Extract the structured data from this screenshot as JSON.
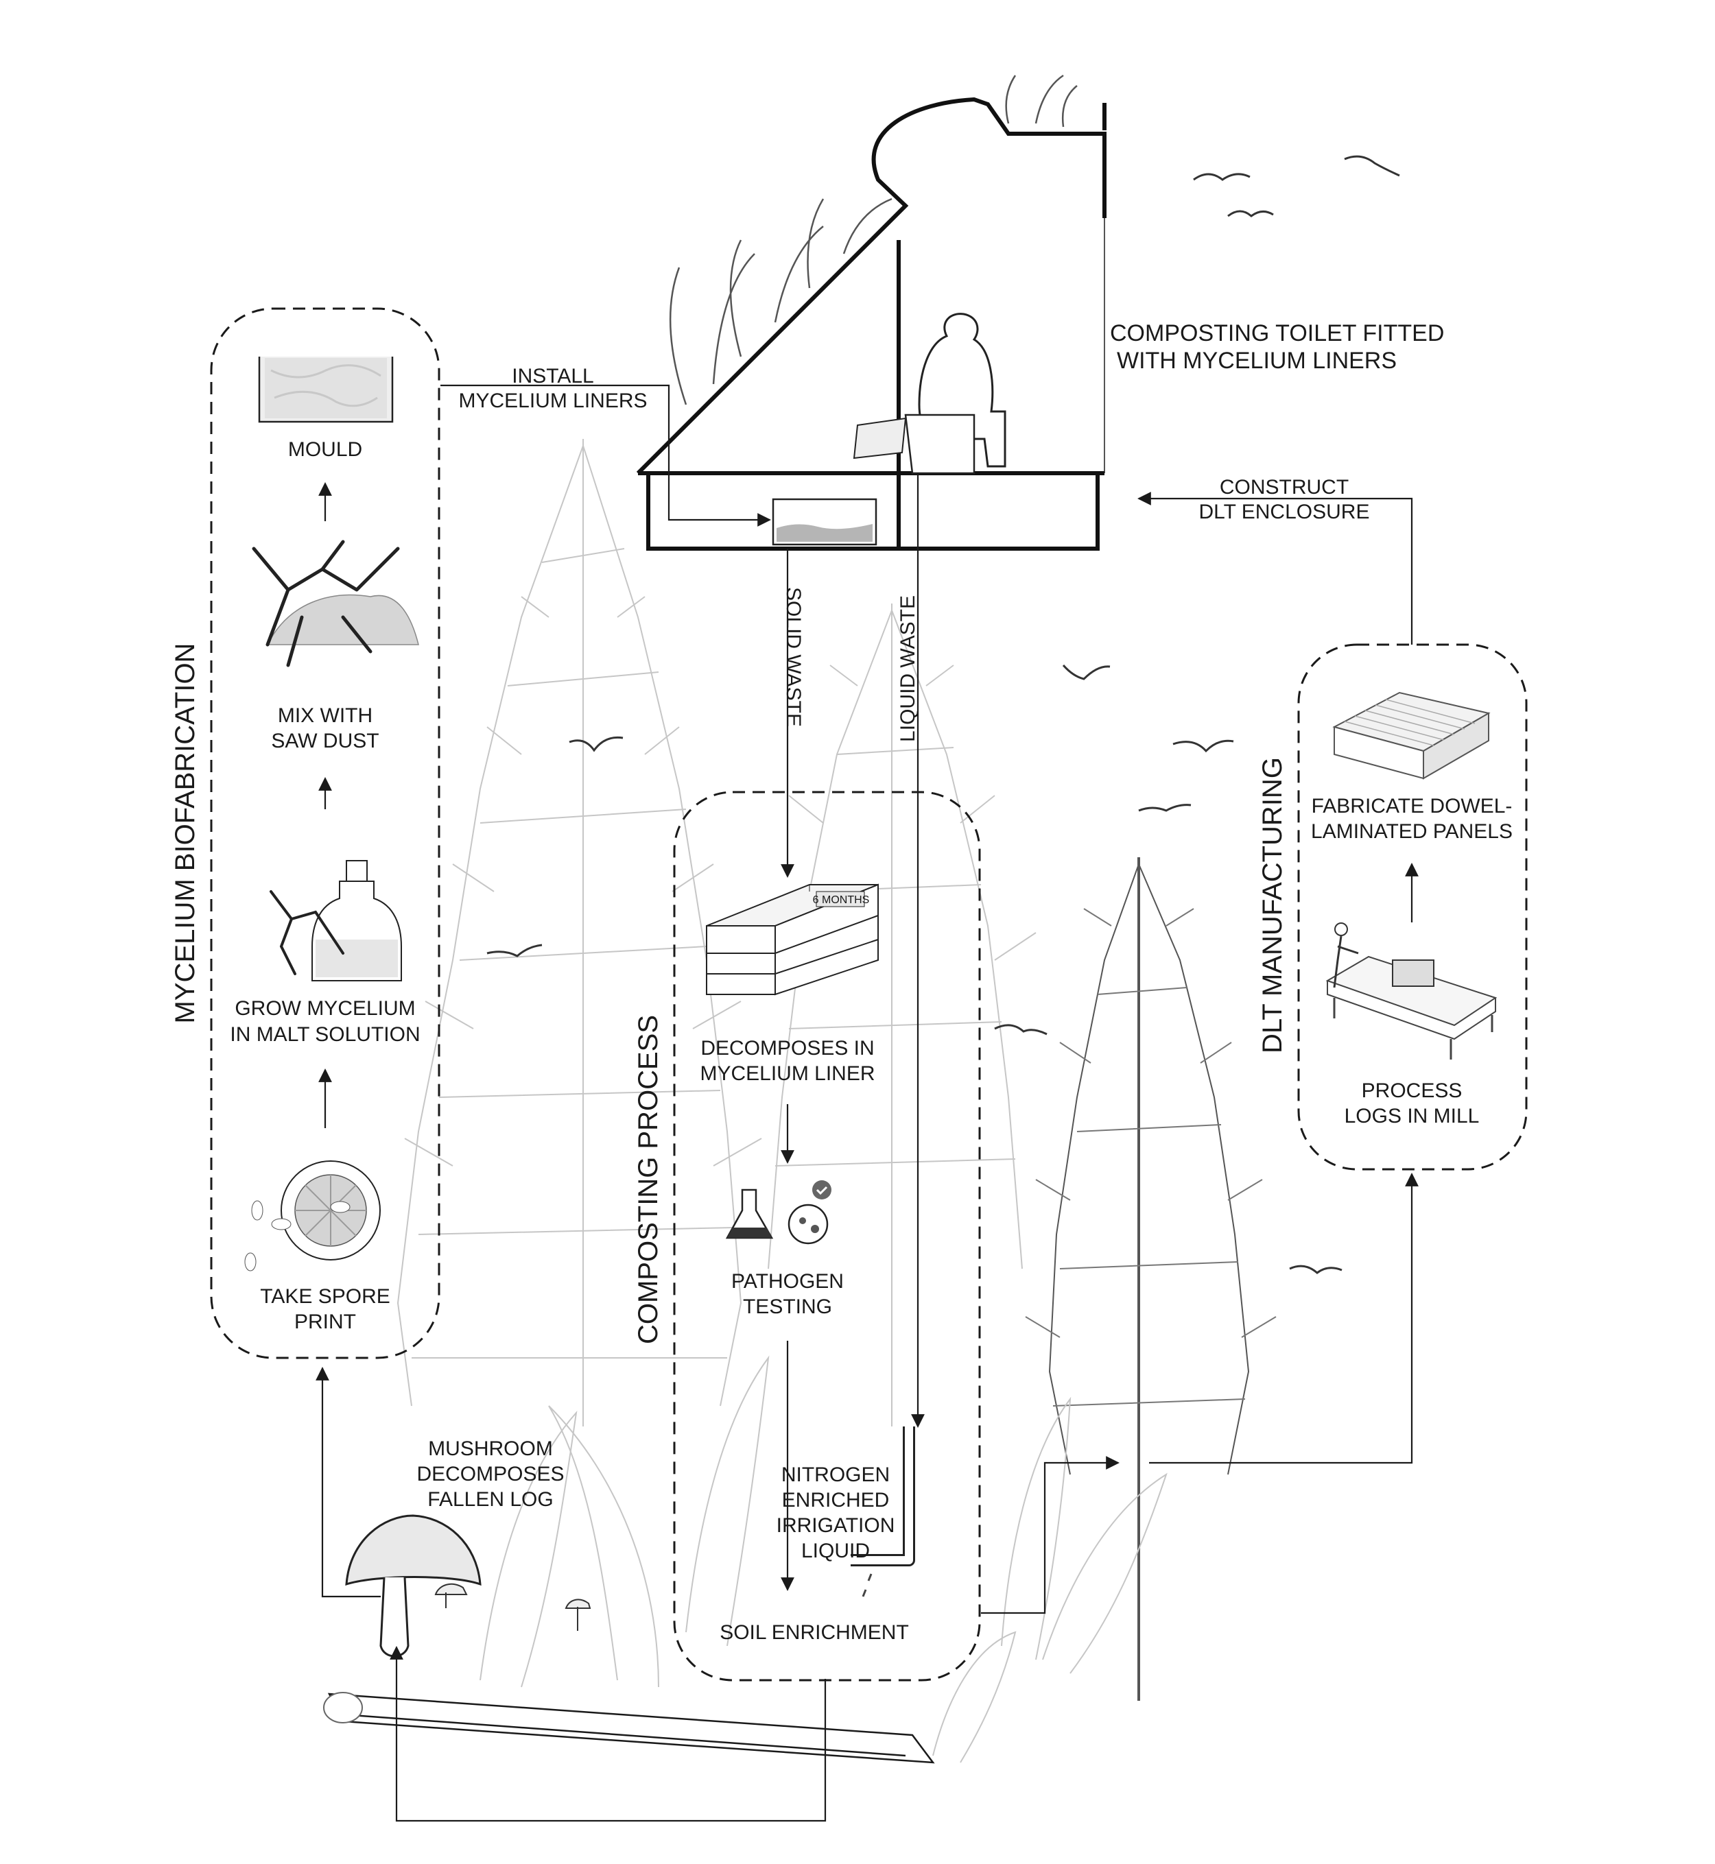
{
  "groups": {
    "mycelium": "MYCELIUM BIOFABRICATION",
    "composting": "COMPOSTING PROCESS",
    "dlt": "DLT MANUFACTURING"
  },
  "mycelium_steps": {
    "mould": "MOULD",
    "mix": [
      "MIX WITH",
      "SAW DUST"
    ],
    "grow": [
      "GROW MYCELIUM",
      "IN MALT SOLUTION"
    ],
    "spore": [
      "TAKE SPORE",
      "PRINT"
    ]
  },
  "toilet": {
    "title": [
      "COMPOSTING TOILET FITTED",
      "WITH MYCELIUM LINERS"
    ],
    "install": [
      "INSTALL",
      "MYCELIUM LINERS"
    ],
    "construct": [
      "CONSTRUCT",
      "DLT ENCLOSURE"
    ]
  },
  "waste": {
    "solid": "SOLID WASTE",
    "liquid": "LIQUID WASTE"
  },
  "composting_steps": {
    "bins_badge": "6 MONTHS",
    "decompose": [
      "DECOMPOSES IN",
      "MYCELIUM LINER"
    ],
    "testing": [
      "PATHOGEN",
      "TESTING"
    ],
    "soil": "SOIL ENRICHMENT"
  },
  "irrigation": [
    "NITROGEN",
    "ENRICHED",
    "IRRIGATION",
    "LIQUID"
  ],
  "mushroom": [
    "MUSHROOM",
    "DECOMPOSES",
    "FALLEN LOG"
  ],
  "dlt_steps": {
    "panels": [
      "FABRICATE DOWEL-",
      "LAMINATED PANELS"
    ],
    "mill": [
      "PROCESS",
      "LOGS IN MILL"
    ]
  }
}
